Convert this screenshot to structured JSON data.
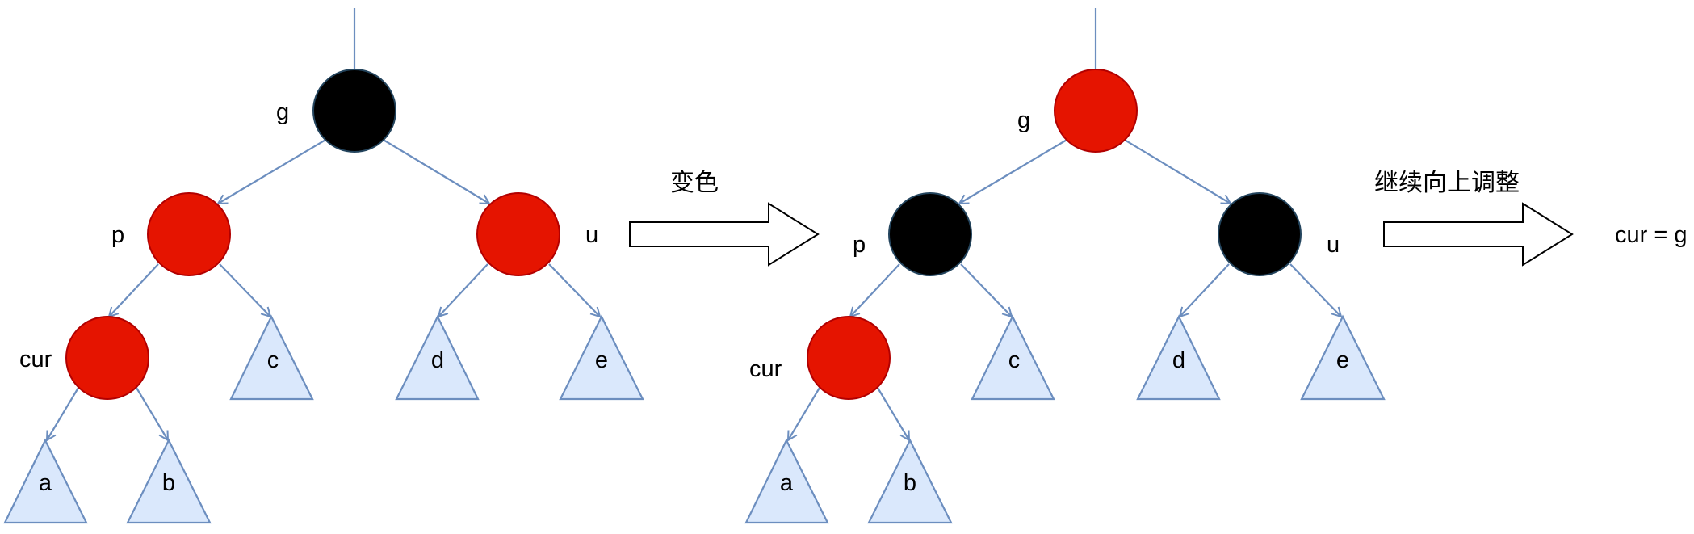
{
  "colors": {
    "red_node": "#e51400",
    "red_node_stroke": "#b20000",
    "black_node": "#000000",
    "black_node_stroke": "#23445d",
    "edge": "#6c8ebf",
    "subtree_fill": "#dae8fc"
  },
  "step1": {
    "caption": "变色"
  },
  "step2": {
    "caption": "继续向上调整",
    "result": "cur = g"
  },
  "tree_before": {
    "nodes": {
      "g": "g",
      "p": "p",
      "u": "u",
      "cur": "cur"
    },
    "subtrees": [
      "a",
      "b",
      "c",
      "d",
      "e"
    ]
  },
  "tree_after": {
    "nodes": {
      "g": "g",
      "p": "p",
      "u": "u",
      "cur": "cur"
    },
    "subtrees": [
      "a",
      "b",
      "c",
      "d",
      "e"
    ]
  }
}
